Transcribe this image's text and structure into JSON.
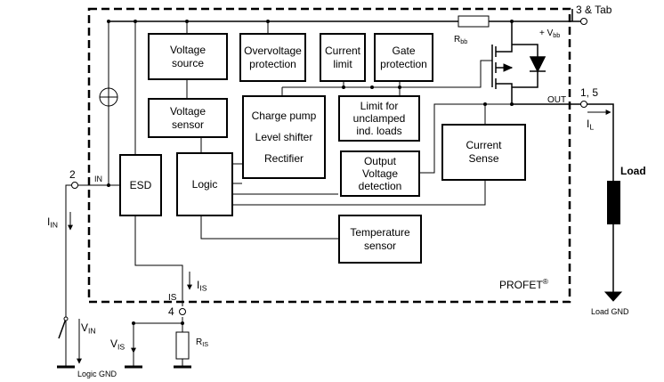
{
  "blocks": {
    "voltage_source": "Voltage\nsource",
    "overvoltage_protection": "Overvoltage\nprotection",
    "current_limit": "Current\nlimit",
    "gate_protection": "Gate\nprotection",
    "voltage_sensor": "Voltage\nsensor",
    "charge_pump": "Charge pump\n\nLevel shifter\n\nRectifier",
    "limit_unclamped": "Limit for\nunclamped\nind. loads",
    "current_sense": "Current\nSense",
    "esd": "ESD",
    "logic": "Logic",
    "output_voltage_detection": "Output\nVoltage\ndetection",
    "temperature_sensor": "Temperature\nsensor"
  },
  "pins": {
    "tab": "3 & Tab",
    "vbb_main": "+ V",
    "vbb_sub": "bb",
    "rbb_main": "R",
    "rbb_sub": "bb",
    "out": "OUT",
    "out_pin": "1, 5",
    "il_main": "I",
    "il_sub": "L",
    "in_pin": "2",
    "in": "IN",
    "iin_main": "I",
    "iin_sub": "IN",
    "vin_main": "V",
    "vin_sub": "IN",
    "is": "IS",
    "is_pin": "4",
    "iis_main": "I",
    "iis_sub": "IS",
    "ris_main": "R",
    "ris_sub": "IS",
    "vis_main": "V",
    "vis_sub": "IS"
  },
  "labels": {
    "profet": "PROFET",
    "registered": "®",
    "load": "Load",
    "load_gnd": "Load GND",
    "logic_gnd": "Logic GND"
  }
}
